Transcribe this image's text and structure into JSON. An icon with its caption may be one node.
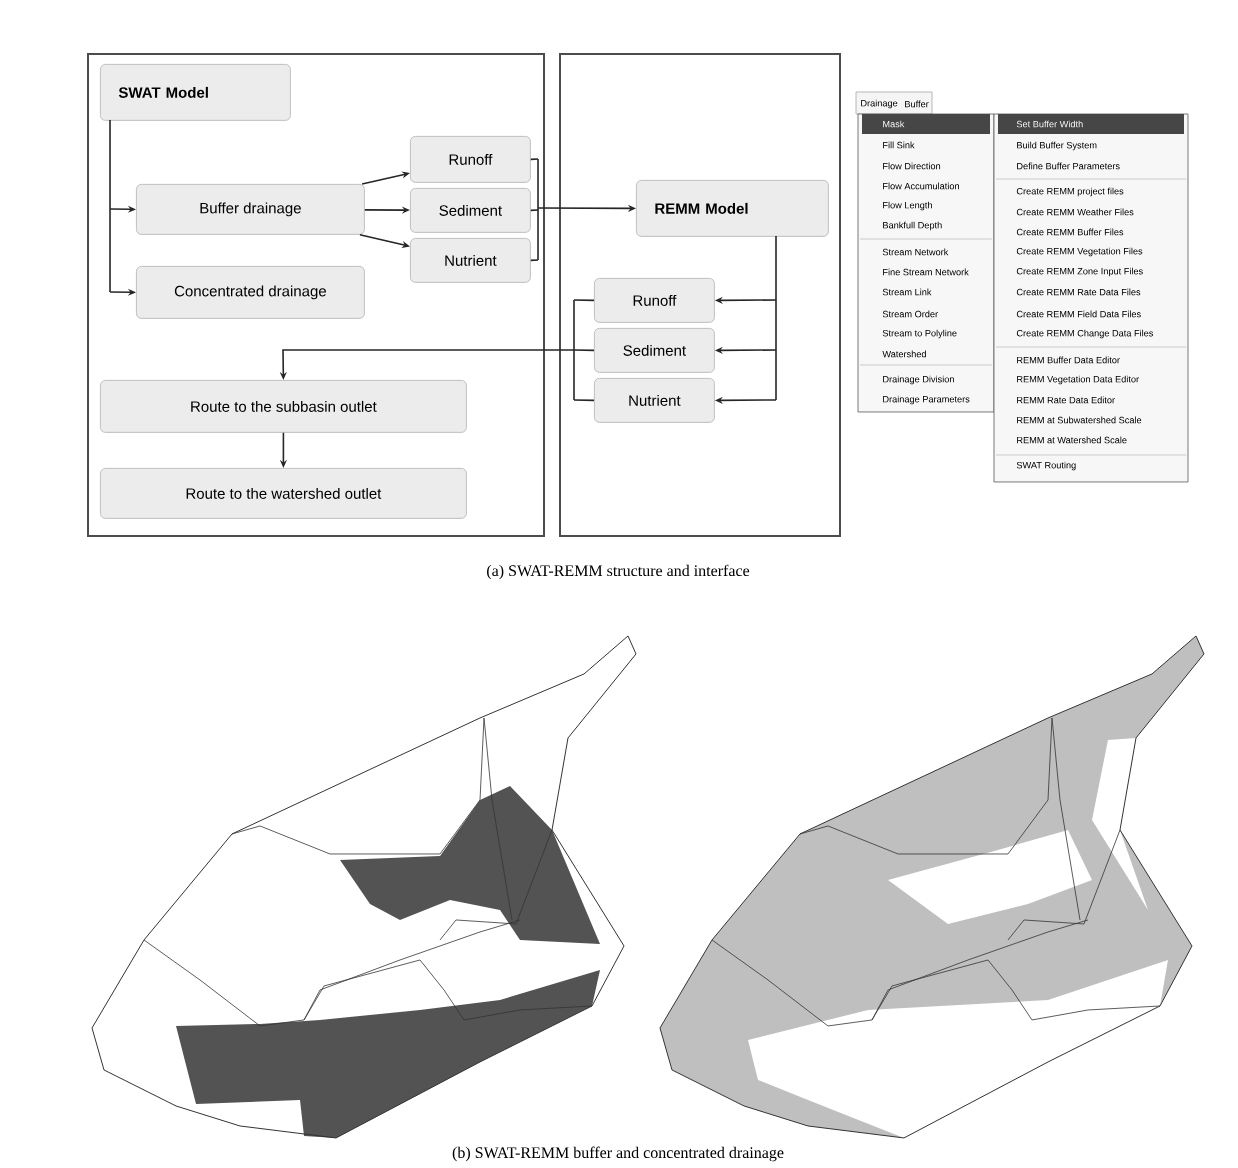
{
  "diagram": {
    "nodes": [
      {
        "text": [
          "SWAT Model"
        ]
      },
      {
        "text": [
          "Buffer drainage"
        ]
      },
      {
        "text": [
          "Concentrated drainage"
        ]
      },
      {
        "text": [
          "Runoff"
        ]
      },
      {
        "text": [
          "Sediment"
        ]
      },
      {
        "text": [
          "Nutrient"
        ]
      },
      {
        "text": [
          "REMM Model"
        ]
      },
      {
        "text": [
          "Runoff"
        ]
      },
      {
        "text": [
          "Sediment"
        ]
      },
      {
        "text": [
          "Nutrient"
        ]
      },
      {
        "text": [
          "Route to the subbasin outlet"
        ]
      },
      {
        "text": [
          "Route to the watershed outlet"
        ]
      }
    ],
    "edges": [
      {
        "from": 0,
        "to": 1,
        "arrow": "to"
      },
      {
        "from": 0,
        "to": 2,
        "arrow": "to"
      },
      {
        "from": 1,
        "to": 3,
        "arrow": "to"
      },
      {
        "from": 1,
        "to": 4,
        "arrow": "to"
      },
      {
        "from": 1,
        "to": 5,
        "arrow": "to"
      },
      {
        "from": 3,
        "to": 6,
        "arrow": "to"
      },
      {
        "from": 4,
        "to": 6,
        "arrow": "to"
      },
      {
        "from": 5,
        "to": 6,
        "arrow": "to"
      },
      {
        "from": 6,
        "to": 7,
        "arrow": "to"
      },
      {
        "from": 6,
        "to": 8,
        "arrow": "to"
      },
      {
        "from": 6,
        "to": 9,
        "arrow": "to"
      },
      {
        "from": 7,
        "to": 10,
        "arrow": "to"
      },
      {
        "from": 8,
        "to": 10,
        "arrow": "to"
      },
      {
        "from": 9,
        "to": 10,
        "arrow": "to"
      },
      {
        "from": 10,
        "to": 11,
        "arrow": "to"
      }
    ],
    "labels": [
      "Drainage",
      "Buffer",
      "Mask",
      "Fill Sink",
      "Flow Direction",
      "Flow Accumulation",
      "Flow Length",
      "Bankfull Depth",
      "Stream Network",
      "Fine Stream Network",
      "Stream Link",
      "Stream Order",
      "Stream to Polyline",
      "Watershed",
      "Drainage Division",
      "Drainage Parameters",
      "Set Buffer Width",
      "Build Buffer System",
      "Define Buffer Parameters",
      "Create REMM project files",
      "Create REMM Weather Files",
      "Create REMM Buffer Files",
      "Create REMM Vegetation Files",
      "Create REMM Zone Input Files",
      "Create REMM Rate Data Files",
      "Create REMM Field Data Files",
      "Create REMM Change Data Files",
      "REMM Buffer Data Editor",
      "REMM Vegetation Data Editor",
      "REMM Rate Data Editor",
      "REMM at Subwatershed Scale",
      "REMM at Watershed Scale",
      "SWAT Routing",
      "(a) SWAT-REMM structure and interface",
      "(b) SWAT-REMM buffer and concentrated drainage"
    ]
  }
}
